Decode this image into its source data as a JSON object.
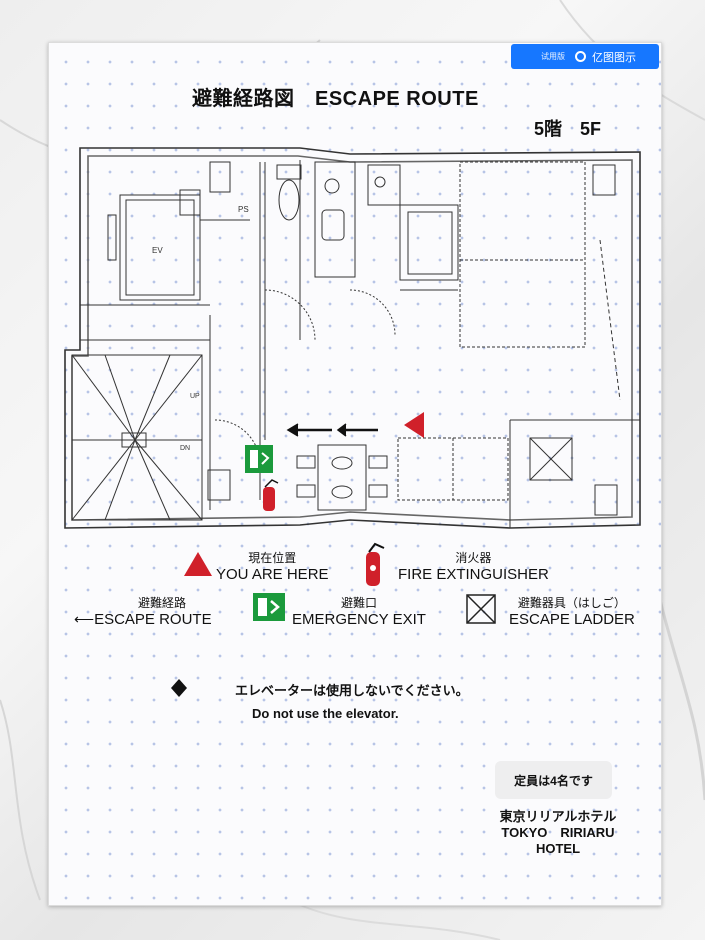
{
  "badge": {
    "small": "试用版",
    "label": "亿图图示"
  },
  "title": "避難経路図　ESCAPE ROUTE",
  "floor": "5階　5F",
  "plan": {
    "ps": "PS",
    "ev": "EV",
    "up": "UP",
    "dn": "DN"
  },
  "legend": {
    "you_are_here": {
      "jp": "現在位置",
      "en": "YOU ARE HERE"
    },
    "fire_extinguisher": {
      "jp": "消火器",
      "en": "FIRE EXTINGUISHER"
    },
    "escape_route": {
      "jp": "避難経路",
      "en": "ESCAPE ROUTE"
    },
    "emergency_exit": {
      "jp": "避難口",
      "en": "EMERGENCY EXIT"
    },
    "escape_ladder": {
      "jp": "避難器具（はしご）",
      "en": "ESCAPE LADDER"
    }
  },
  "notice": {
    "jp": "エレベーターは使用しないでください。",
    "en": "Do not use the elevator."
  },
  "capacity": "定員は4名です",
  "hotel": {
    "jp": "東京リリアルホテル",
    "en1": "TOKYO　RIRIARU",
    "en2": "HOTEL"
  },
  "colors": {
    "marker_red": "#d0202a",
    "exit_green": "#1b9a3c",
    "brand_blue": "#1677ff"
  }
}
